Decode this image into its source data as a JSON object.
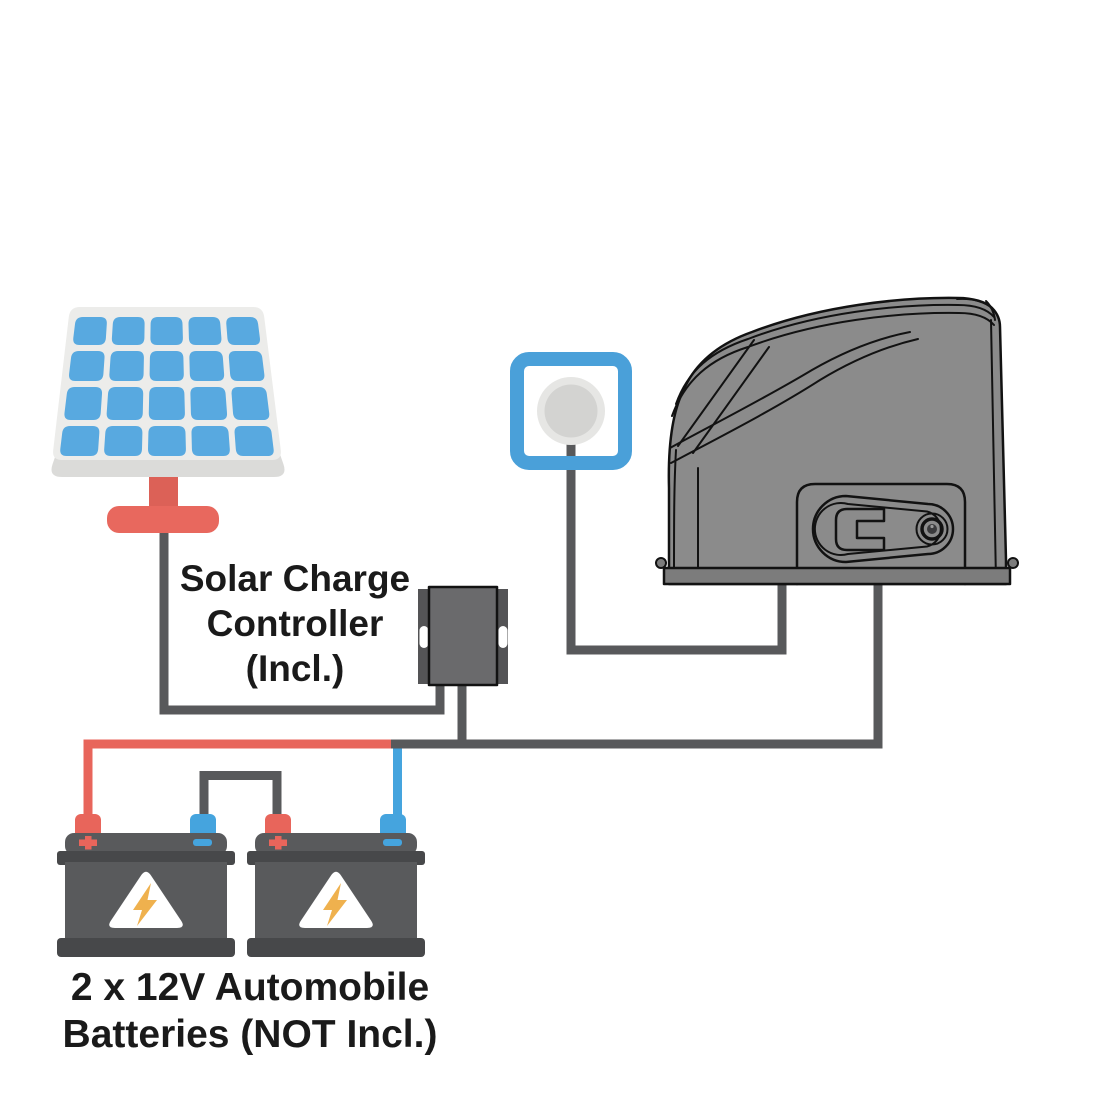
{
  "title": "Solar gate opener wiring diagram",
  "labels": {
    "controller_lines": [
      "Solar Charge",
      "Controller",
      "(Incl.)"
    ],
    "batteries_lines": [
      "2 x 12V Automobile",
      "Batteries (NOT Incl.)"
    ]
  },
  "components": {
    "solar_panel": "solar-panel",
    "wall_button": "wall-push-button",
    "gate_opener": "sliding-gate-opener",
    "charge_controller": "solar-charge-controller",
    "battery_1": "12v-battery-1",
    "battery_2": "12v-battery-2"
  },
  "icons": {
    "battery_warning": "warning-triangle-icon",
    "battery_bolt": "lightning-bolt-icon",
    "opener_keyhole": "keyhole-icon",
    "positive_terminal_mark": "plus-mark",
    "negative_terminal_mark": "minus-mark"
  },
  "colors": {
    "wire": "#58595B",
    "red": "#E8655B",
    "blue": "#45A4DE",
    "cell_blue": "#58A9E0",
    "frame": "#ECECEA",
    "frame_edge": "#DBDBD9",
    "stand": "#E8685E",
    "stem": "#DC6157",
    "btn_blue": "#4AA0D9",
    "sock_outer": "#E6E6E4",
    "sock_inner": "#D3D3D1",
    "bat_gray": "#595A5C",
    "bat_dark": "#47484A",
    "bolt_orange": "#EFB14E",
    "opener_gray": "#8B8B8B",
    "opener_base": "#7C7C7C",
    "ctrl_flange": "#545456",
    "ctrl_body": "#6A6A6C",
    "outline": "#121212",
    "text": "#1A1A1A"
  }
}
